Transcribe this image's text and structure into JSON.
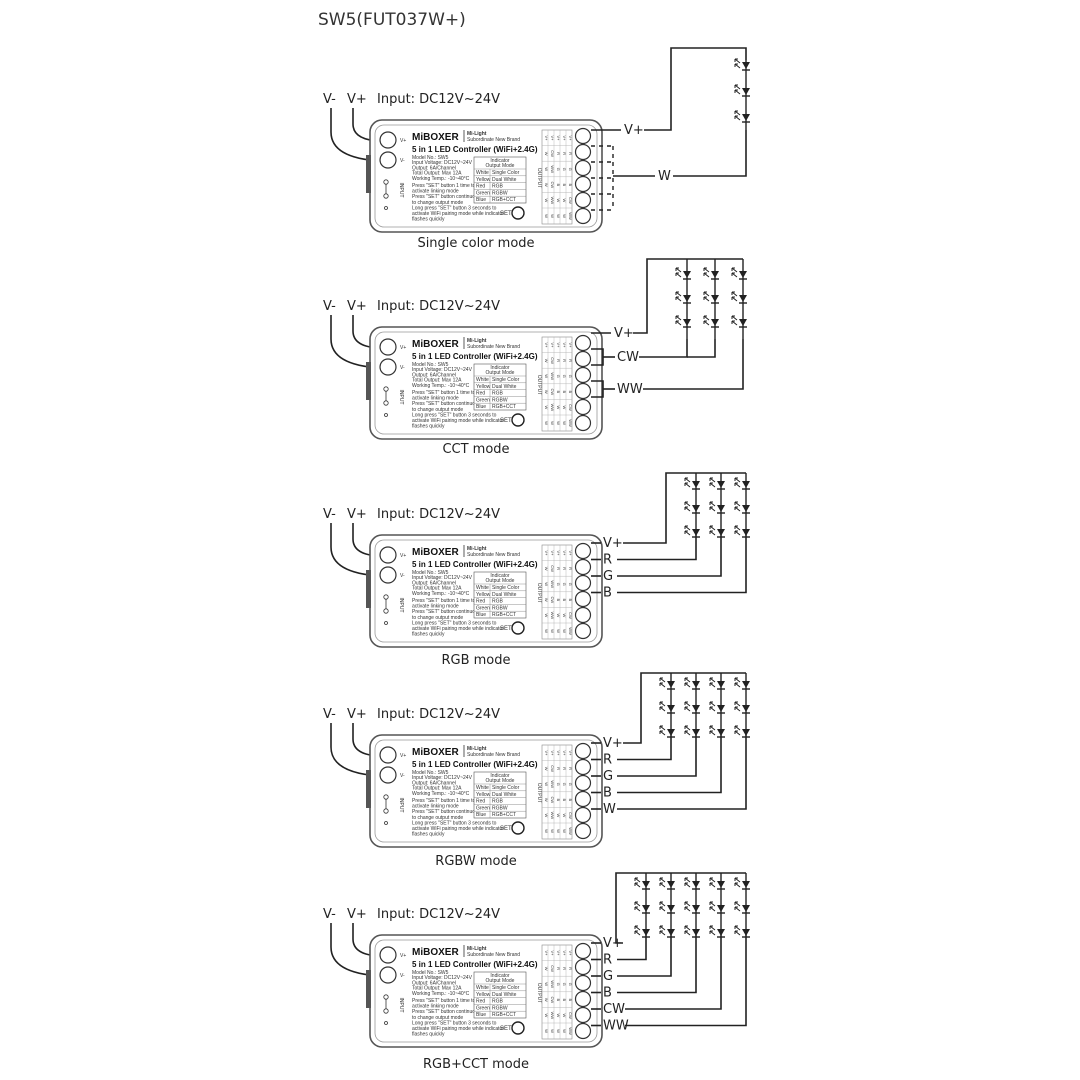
{
  "title": "SW5(FUT037W+)",
  "device": {
    "brand": "MiBOXER",
    "subbrand_1": "Mi-Light",
    "subbrand_2": "Subordinate New Brand",
    "model_title": "5 in 1 LED Controller (WiFi+2.4G)",
    "spec_lines": [
      "Model No.: SW5",
      "Input Voltage: DC12V~24V",
      "Output: 6A/Channel",
      "Total Output: Max 12A",
      "Working Temp.: -10~40°C"
    ],
    "instructions": [
      "Press \"SET\" button 1 time to",
      "activate linking mode",
      "Press \"SET\" button continuously",
      "to change output mode",
      "Long press \"SET\" button 3 seconds to",
      "activate WiFi pairing mode while indicator",
      "flashes quickly"
    ],
    "indicator_header": [
      "Indicator",
      "Output Mode"
    ],
    "indicator_rows": [
      [
        "White",
        "Single Color"
      ],
      [
        "Yellow",
        "Dual White"
      ],
      [
        "Red",
        "RGB"
      ],
      [
        "Green",
        "RGBW"
      ],
      [
        "Blue",
        "RGB+CCT"
      ]
    ],
    "output_label": "OUTPUT",
    "input_label": "INPUT",
    "set_label": "SET",
    "vplus": "V+",
    "vminus": "V-",
    "grid_columns": [
      [
        "V+",
        "W",
        "W",
        "W",
        "W",
        "W"
      ],
      [
        "V+",
        "CW",
        "WW",
        "CW",
        "WW",
        "W"
      ],
      [
        "V+",
        "R",
        "G",
        "B",
        "W",
        "W"
      ],
      [
        "V+",
        "R",
        "G",
        "B",
        "W",
        "W"
      ],
      [
        "V+",
        "R",
        "G",
        "B",
        "CW",
        "WW"
      ]
    ]
  },
  "input_text": "Input: DC12V~24V",
  "vminus_label": "V-",
  "vplus_label": "V+",
  "modes": [
    {
      "caption": "Single color mode",
      "wires": [
        "V+",
        "W"
      ]
    },
    {
      "caption": "CCT mode",
      "wires": [
        "V+",
        "CW",
        "WW"
      ]
    },
    {
      "caption": "RGB mode",
      "wires": [
        "V+",
        "R",
        "G",
        "B"
      ]
    },
    {
      "caption": "RGBW mode",
      "wires": [
        "V+",
        "R",
        "G",
        "B",
        "W"
      ]
    },
    {
      "caption": "RGB+CCT mode",
      "wires": [
        "V+",
        "R",
        "G",
        "B",
        "CW",
        "WW"
      ]
    }
  ]
}
